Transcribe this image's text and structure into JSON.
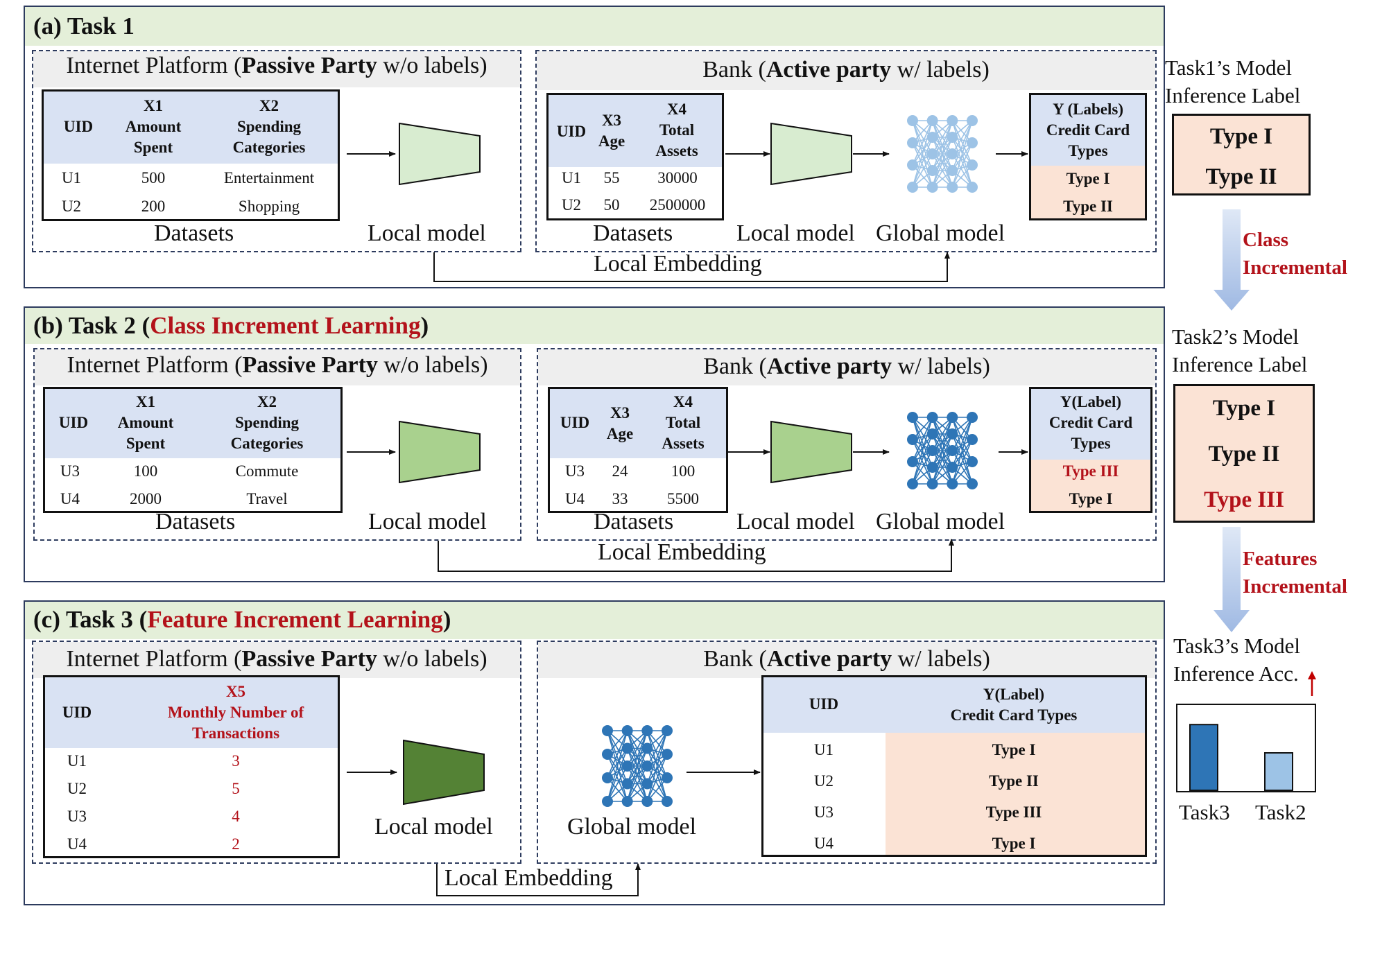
{
  "colors": {
    "panel_header": "#e4efd9",
    "table_header": "#d9e2f3",
    "label_fill": "#fbe3d5",
    "accent_red": "#b3121a",
    "border": "#2d3b5e",
    "model_light": "#d8ecd0",
    "model_mid": "#a9d18e",
    "model_dark": "#548235",
    "net_light": "#9dc3e6",
    "net_dark": "#2e75b6"
  },
  "task1": {
    "title": "(a)  Task 1",
    "passive": {
      "name": "Internet Platform (",
      "bold": "Passive Party",
      "rest": " w/o labels)"
    },
    "active": {
      "name": "Bank (",
      "bold": "Active party",
      "rest": " w/ labels)"
    },
    "passive_table": {
      "uid": "UID",
      "c1": [
        "X1",
        "Amount",
        "Spent"
      ],
      "c2": [
        "X2",
        "Spending",
        "Categories"
      ],
      "rows": [
        [
          "U1",
          "500",
          "Entertainment"
        ],
        [
          "U2",
          "200",
          "Shopping"
        ]
      ]
    },
    "active_table": {
      "uid": "UID",
      "c1": [
        "X3",
        "Age"
      ],
      "c2": [
        "X4",
        "Total",
        "Assets"
      ],
      "rows": [
        [
          "U1",
          "55",
          "30000"
        ],
        [
          "U2",
          "50",
          "2500000"
        ]
      ]
    },
    "label_table": {
      "head": [
        "Y (Labels)",
        "Credit Card",
        "Types"
      ],
      "rows": [
        "Type I",
        "Type II"
      ]
    },
    "datasets": "Datasets",
    "local_model": "Local model",
    "global_model": "Global model",
    "embedding": "Local Embedding"
  },
  "task2": {
    "title_a": "(b) Task 2 (",
    "title_b": "Class Increment Learning",
    "title_c": ")",
    "passive": {
      "name": "Internet Platform (",
      "bold": "Passive Party",
      "rest": " w/o labels)"
    },
    "active": {
      "name": "Bank (",
      "bold": "Active party",
      "rest": " w/ labels)"
    },
    "passive_table": {
      "uid": "UID",
      "c1": [
        "X1",
        "Amount",
        "Spent"
      ],
      "c2": [
        "X2",
        "Spending",
        "Categories"
      ],
      "rows": [
        [
          "U3",
          "100",
          "Commute"
        ],
        [
          "U4",
          "2000",
          "Travel"
        ]
      ]
    },
    "active_table": {
      "uid": "UID",
      "c1": [
        "X3",
        "Age"
      ],
      "c2": [
        "X4",
        "Total",
        "Assets"
      ],
      "rows": [
        [
          "U3",
          "24",
          "100"
        ],
        [
          "U4",
          "33",
          "5500"
        ]
      ]
    },
    "label_table": {
      "head": [
        "Y(Label)",
        "Credit Card",
        "Types"
      ],
      "rows": [
        "Type III",
        "Type I"
      ]
    },
    "datasets": "Datasets",
    "local_model": "Local model",
    "global_model": "Global model",
    "embedding": "Local Embedding"
  },
  "task3": {
    "title_a": "(c) Task 3 (",
    "title_b": "Feature Increment Learning",
    "title_c": ")",
    "passive": {
      "name": "Internet Platform (",
      "bold": "Passive Party",
      "rest": " w/o labels)"
    },
    "active": {
      "name": "Bank (",
      "bold": "Active party",
      "rest": " w/ labels)"
    },
    "passive_table": {
      "uid": "UID",
      "c1": [
        "X5",
        "Monthly Number of",
        "Transactions"
      ],
      "rows": [
        [
          "U1",
          "3"
        ],
        [
          "U2",
          "5"
        ],
        [
          "U3",
          "4"
        ],
        [
          "U4",
          "2"
        ]
      ]
    },
    "label_table": {
      "uid": "UID",
      "head": [
        "Y(Label)",
        "Credit Card Types"
      ],
      "rows": [
        [
          "U1",
          "Type I"
        ],
        [
          "U2",
          "Type II"
        ],
        [
          "U3",
          "Type III"
        ],
        [
          "U4",
          "Type I"
        ]
      ]
    },
    "local_model": "Local model",
    "global_model": "Global model",
    "embedding": "Local Embedding"
  },
  "side": {
    "task1_label": [
      "Task1’s Model",
      "Inference Label"
    ],
    "task1_types": [
      "Type I",
      "Type II"
    ],
    "class_incr": [
      "Class",
      "Incremental"
    ],
    "task2_label": [
      "Task2’s Model",
      "Inference Label"
    ],
    "task2_types": [
      "Type I",
      "Type II",
      "Type III"
    ],
    "feat_incr": [
      "Features",
      "Incremental"
    ],
    "task3_label": [
      "Task3’s Model",
      "Inference Acc."
    ],
    "acc_chart": {
      "type": "bar",
      "categories": [
        "Task3",
        "Task2"
      ],
      "values": [
        0.79,
        0.45
      ],
      "ylim": [
        0,
        1
      ],
      "colors": [
        "#2e75b6",
        "#9dc3e6"
      ]
    }
  }
}
